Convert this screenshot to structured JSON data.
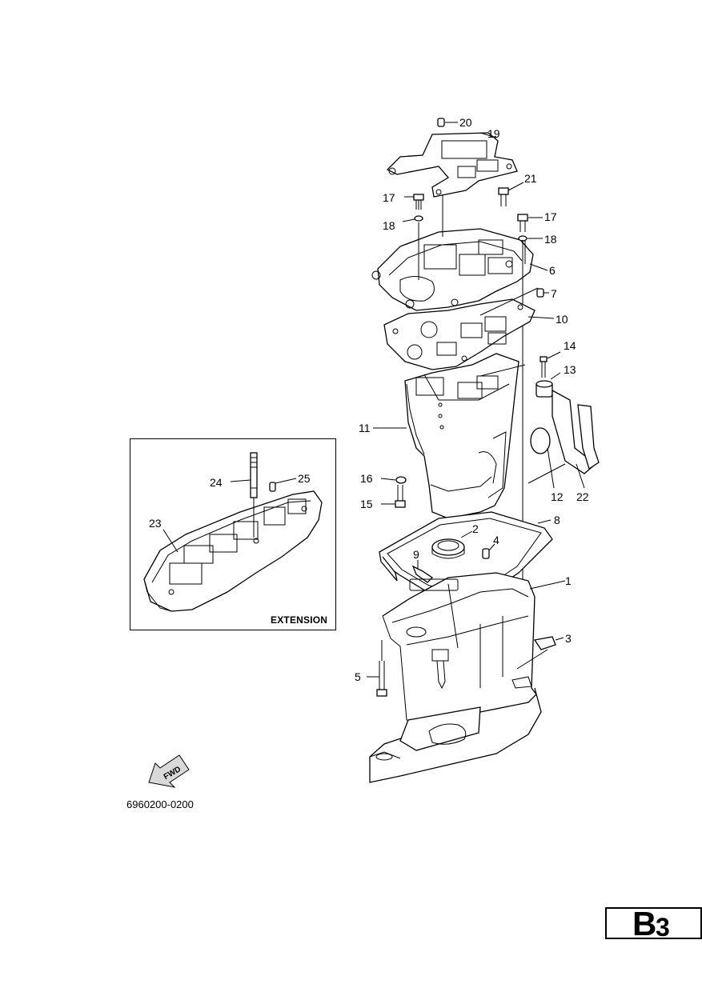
{
  "callouts": {
    "n1": "1",
    "n2": "2",
    "n3": "3",
    "n4": "4",
    "n5": "5",
    "n6": "6",
    "n7": "7",
    "n8": "8",
    "n9": "9",
    "n10": "10",
    "n11": "11",
    "n12": "12",
    "n13": "13",
    "n14": "14",
    "n15": "15",
    "n16": "16",
    "n17a": "17",
    "n17b": "17",
    "n18a": "18",
    "n18b": "18",
    "n19": "19",
    "n20": "20",
    "n21": "21",
    "n22": "22",
    "n23": "23",
    "n24": "24",
    "n25": "25"
  },
  "inset": {
    "label": "EXTENSION"
  },
  "fwd": {
    "label": "FWD"
  },
  "diagram_code": "6960200-0200",
  "page": {
    "letter": "B",
    "number": "3"
  }
}
